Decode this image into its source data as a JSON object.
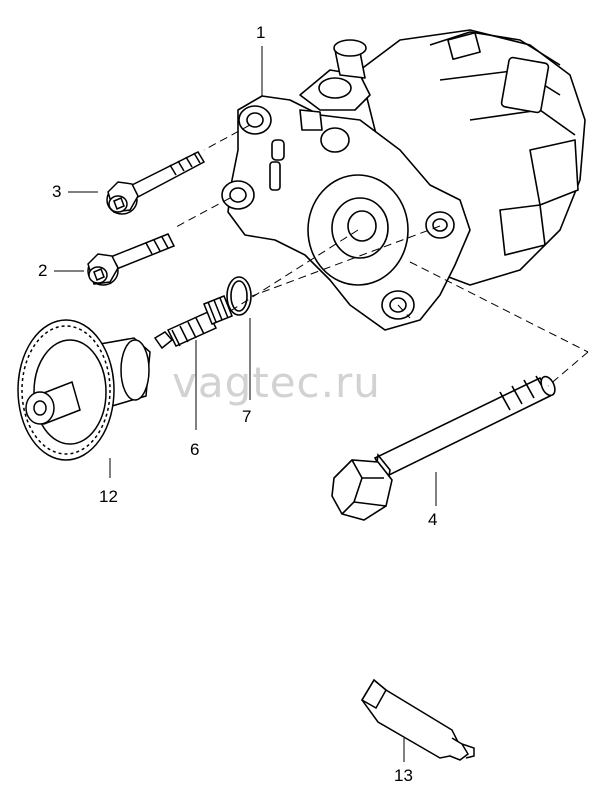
{
  "watermark": "vagtec.ru",
  "callouts": {
    "c1": "1",
    "c2": "2",
    "c3": "3",
    "c4": "4",
    "c6": "6",
    "c7": "7",
    "c12": "12",
    "c13": "13"
  },
  "colors": {
    "line": "#000000",
    "background": "#ffffff",
    "watermark": "#d2d2d2"
  }
}
